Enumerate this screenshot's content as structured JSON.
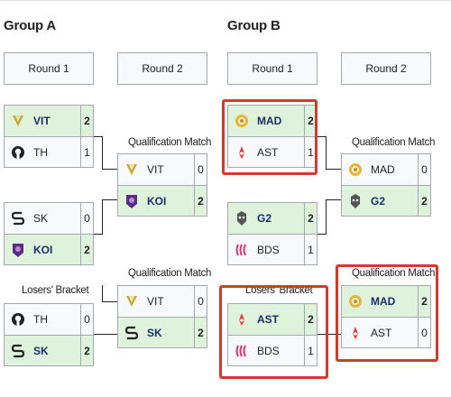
{
  "groups": {
    "a": {
      "title": "Group A",
      "round1": "Round 1",
      "round2": "Round 2"
    },
    "b": {
      "title": "Group B",
      "round1": "Round 1",
      "round2": "Round 2"
    }
  },
  "labels": {
    "qualification": "Qualification Match",
    "losers": "Losers' Bracket"
  },
  "matches": {
    "a_r1_m1": [
      {
        "team": "VIT",
        "score": "2"
      },
      {
        "team": "TH",
        "score": "1"
      }
    ],
    "a_r1_m2": [
      {
        "team": "SK",
        "score": "0"
      },
      {
        "team": "KOI",
        "score": "2"
      }
    ],
    "a_r1_m3": [
      {
        "team": "TH",
        "score": "0"
      },
      {
        "team": "SK",
        "score": "2"
      }
    ],
    "a_r2_m1": [
      {
        "team": "VIT",
        "score": "0"
      },
      {
        "team": "KOI",
        "score": "2"
      }
    ],
    "a_r2_m2": [
      {
        "team": "VIT",
        "score": "0"
      },
      {
        "team": "SK",
        "score": "2"
      }
    ],
    "b_r1_m1": [
      {
        "team": "MAD",
        "score": "2"
      },
      {
        "team": "AST",
        "score": "1"
      }
    ],
    "b_r1_m2": [
      {
        "team": "G2",
        "score": "2"
      },
      {
        "team": "BDS",
        "score": "1"
      }
    ],
    "b_r1_m3": [
      {
        "team": "AST",
        "score": "2"
      },
      {
        "team": "BDS",
        "score": "1"
      }
    ],
    "b_r2_m1": [
      {
        "team": "MAD",
        "score": "0"
      },
      {
        "team": "G2",
        "score": "2"
      }
    ],
    "b_r2_m2": [
      {
        "team": "MAD",
        "score": "2"
      },
      {
        "team": "AST",
        "score": "0"
      }
    ]
  },
  "colors": {
    "winner_bg": "#dff2dc",
    "highlight": "#d33a2f",
    "winner_text": "#1a2e6b"
  }
}
